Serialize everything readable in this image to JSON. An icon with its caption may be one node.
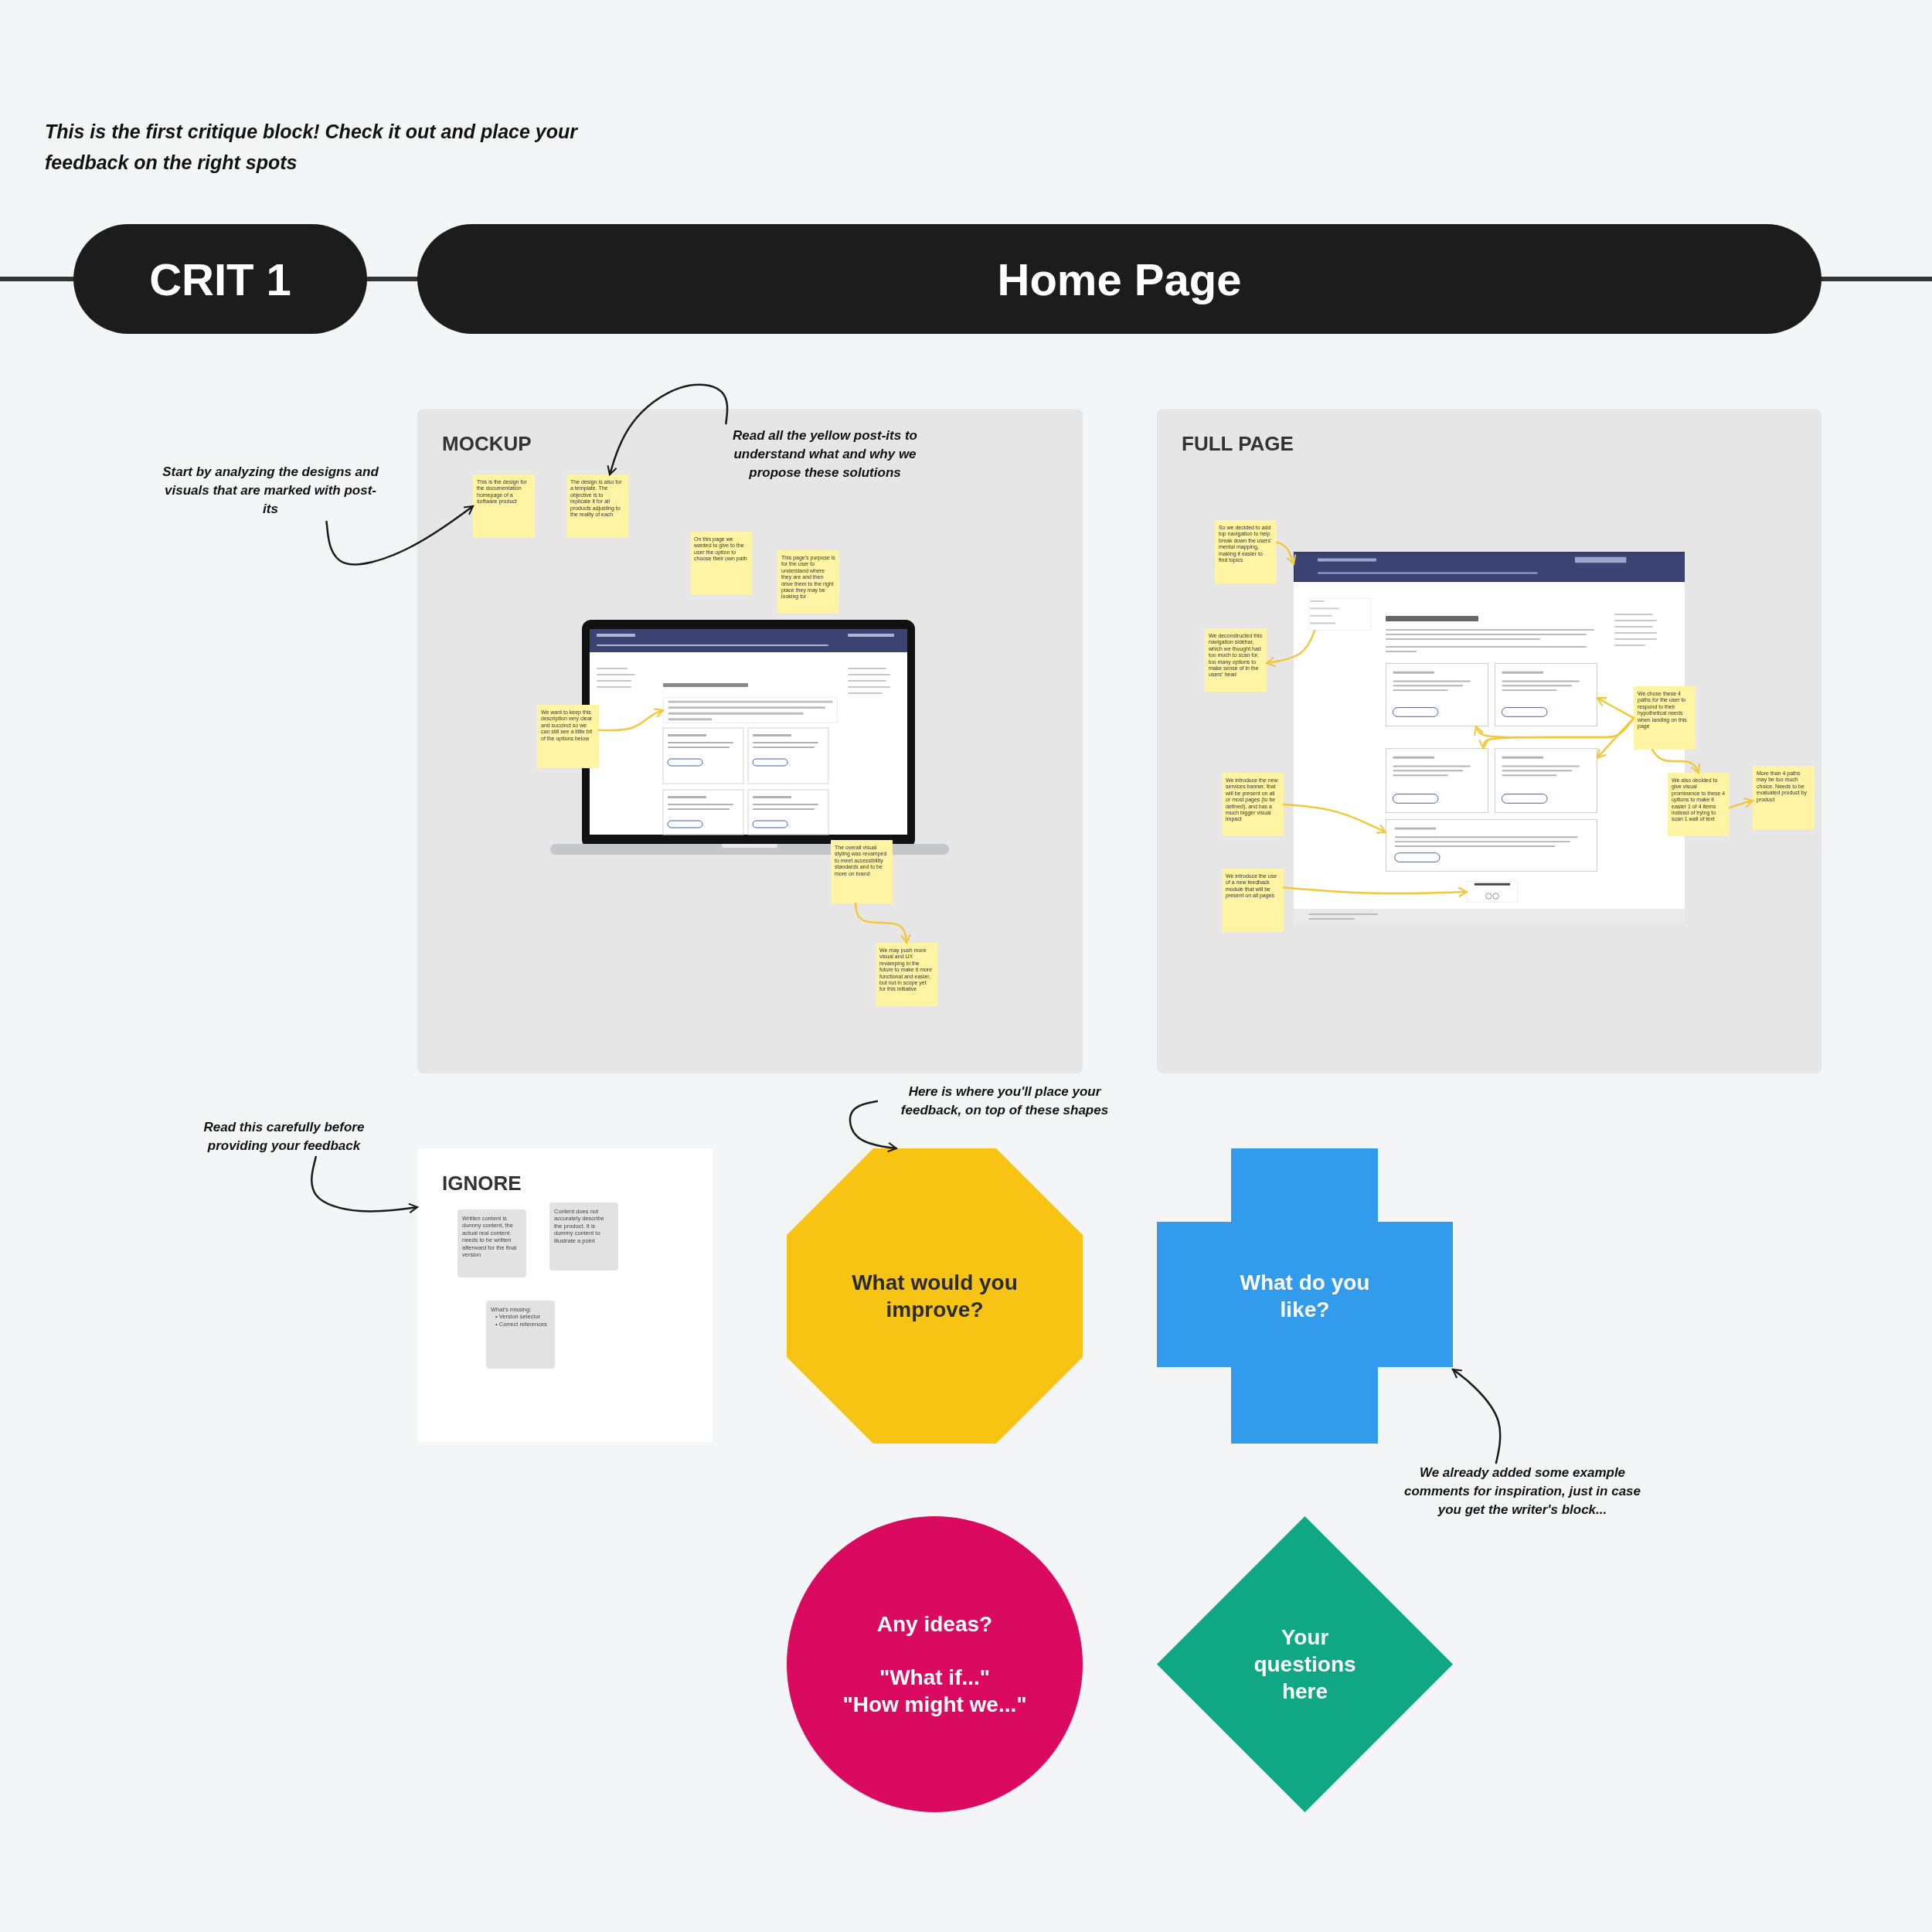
{
  "diagram": {
    "nodes": [
      {
        "text": [
          "CRIT 1"
        ]
      },
      {
        "text": [
          "Home Page"
        ]
      },
      {
        "text": [
          "MOCKUP"
        ]
      },
      {
        "text": [
          "This is the design for the documentation homepage of a software product"
        ],
        "in": 2
      },
      {
        "text": [
          "The design is also for a template. The objective is to replicate it for all products adjusting to the reality of each"
        ],
        "in": 2
      },
      {
        "text": [
          "On this page we wanted to give to the user the option to choose their own path"
        ],
        "in": 2
      },
      {
        "text": [
          "This page's purpose is for the user to understand where they are and then drive them to the right place they may be looking for"
        ],
        "in": 2
      },
      {
        "text": [],
        "shape": "picture",
        "in": 2
      },
      {
        "text": [],
        "shape": "box",
        "in": 7
      },
      {
        "text": [
          "We want to keep this description very clear and succinct so we can still see a little bit of the options below"
        ],
        "in": 2
      },
      {
        "text": [
          "The overall visual styling was revamped to meet accessibility standards and to be more on brand"
        ],
        "in": 2
      },
      {
        "text": [
          "We may push more visual and UX revamping in the future to make it more functional and easier, but not in scope yet for this initiative"
        ],
        "in": 2
      },
      {
        "text": [
          "FULL PAGE"
        ]
      },
      {
        "text": [
          "So we decided to add top navigation to help break down the users' mental mapping, making it easier to find topics"
        ],
        "in": 12
      },
      {
        "text": [
          "We deconstructed this navigation sidebar, which we thought had too much to scan for, too many options to make sense of in the users' head"
        ],
        "in": 12
      },
      {
        "text": [],
        "shape": "picture",
        "in": 12
      },
      {
        "text": [],
        "shape": "box",
        "in": 15
      },
      {
        "text": [],
        "shape": "box",
        "in": 15
      },
      {
        "text": [],
        "shape": "box",
        "in": 15
      },
      {
        "text": [],
        "shape": "box",
        "in": 15
      },
      {
        "text": [],
        "shape": "box",
        "in": 15
      },
      {
        "text": [],
        "shape": "box",
        "in": 15
      },
      {
        "text": [],
        "shape": "box",
        "in": 15
      },
      {
        "text": [],
        "shape": "box",
        "in": 15
      },
      {
        "text": [
          "We introduce the new services banner, that will be present on all or most pages (to be defined), and has a much bigger visual impact"
        ],
        "in": 12
      },
      {
        "text": [
          "We introduce the use of a new feedback module that will be present on all pages"
        ],
        "in": 12
      },
      {
        "text": [
          "We chose these 4 paths for the user to respond to their hypothetical needs when landing on this page"
        ],
        "in": 12
      },
      {
        "text": [
          "We also decided to give visual prominence to these 4 options to make it easier 1 of 4 items instead of trying to scan 1 wall of text"
        ],
        "in": 12
      },
      {
        "text": [
          "More than 4 paths may be too much choice. Needs to be evaluated product by product"
        ],
        "in": 12
      },
      {
        "text": [
          "Start by analyzing the designs and visuals that are marked with post-its"
        ]
      },
      {
        "text": [
          "Read all the yellow post-its to understand what and why we propose these solutions"
        ],
        "in": 2
      },
      {
        "text": [
          "Read this carefully before providing your feedback"
        ]
      },
      {
        "text": [
          "Here is where you'll place your feedback, on top of these shapes"
        ]
      },
      {
        "text": [
          "We already added some example comments for inspiration, just in case you get the writer's block..."
        ]
      },
      {
        "text": [
          "IGNORE"
        ]
      },
      {
        "text": [
          "Written content is dummy content, the actual real content needs to be written afterward for the final version"
        ],
        "in": 34
      },
      {
        "text": [
          "Content does not accurately describe the product. It is dummy content to illustrate a point"
        ],
        "in": 34
      },
      {
        "text": [
          "What's missing:",
          "• Version selector",
          "• Correct references"
        ],
        "in": 34
      },
      {
        "text": [
          "What would you improve?"
        ]
      },
      {
        "text": [
          "What do you like?"
        ]
      },
      {
        "text": [
          "Any ideas?",
          "\"What if...\"",
          "\"How might we...\""
        ]
      },
      {
        "text": [
          "Your questions here"
        ]
      }
    ],
    "edges": [
      {
        "from": 29,
        "to": 3,
        "arrow": "to",
        "color": "#1a1a1a"
      },
      {
        "from": 30,
        "to": 4,
        "arrow": "to",
        "color": "#1a1a1a"
      },
      {
        "from": 9,
        "to": 8,
        "arrow": "to"
      },
      {
        "from": 10,
        "to": 11,
        "arrow": "to"
      },
      {
        "from": 13,
        "to": 16,
        "arrow": "to"
      },
      {
        "from": 17,
        "to": 14,
        "arrow": "to"
      },
      {
        "from": 26,
        "to": 18,
        "arrow": "to"
      },
      {
        "from": 26,
        "to": 19,
        "arrow": "to"
      },
      {
        "from": 26,
        "to": 20,
        "arrow": "to"
      },
      {
        "from": 26,
        "to": 21,
        "arrow": "to"
      },
      {
        "from": 24,
        "to": 22,
        "arrow": "to"
      },
      {
        "from": 25,
        "to": 23,
        "arrow": "to"
      },
      {
        "from": 26,
        "to": 27,
        "arrow": "to"
      },
      {
        "from": 27,
        "to": 28,
        "arrow": "to"
      },
      {
        "from": 31,
        "to": 34,
        "arrow": "to",
        "color": "#1a1a1a"
      },
      {
        "from": 32,
        "to": 38,
        "arrow": "to",
        "color": "#1a1a1a"
      },
      {
        "from": 33,
        "to": 39,
        "arrow": "to",
        "color": "#1a1a1a"
      }
    ],
    "labels": [
      "This is the first critique block! Check it out and place your feedback on the right spots"
    ]
  }
}
